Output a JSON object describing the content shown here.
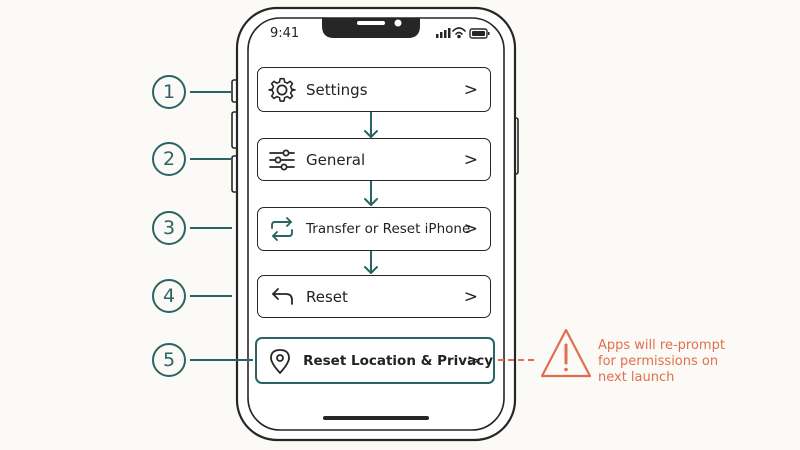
{
  "status_bar": {
    "time": "9:41"
  },
  "steps": [
    {
      "number": "1",
      "label": "Settings",
      "icon": "gear-icon"
    },
    {
      "number": "2",
      "label": "General",
      "icon": "sliders-icon"
    },
    {
      "number": "3",
      "label": "Transfer or Reset iPhone",
      "icon": "transfer-arrows-icon"
    },
    {
      "number": "4",
      "label": "Reset",
      "icon": "undo-arrow-icon"
    },
    {
      "number": "5",
      "label": "Reset Location & Privacy",
      "icon": "location-pin-icon"
    }
  ],
  "chevron": ">",
  "warning": {
    "icon": "warning-triangle-icon",
    "lines": [
      "Apps will re-prompt",
      "for permissions on",
      "next launch"
    ]
  },
  "colors": {
    "accent_teal": "#2a6464",
    "warning_orange": "#e16f4d",
    "outline": "#262626",
    "background": "#fbfaf6"
  }
}
